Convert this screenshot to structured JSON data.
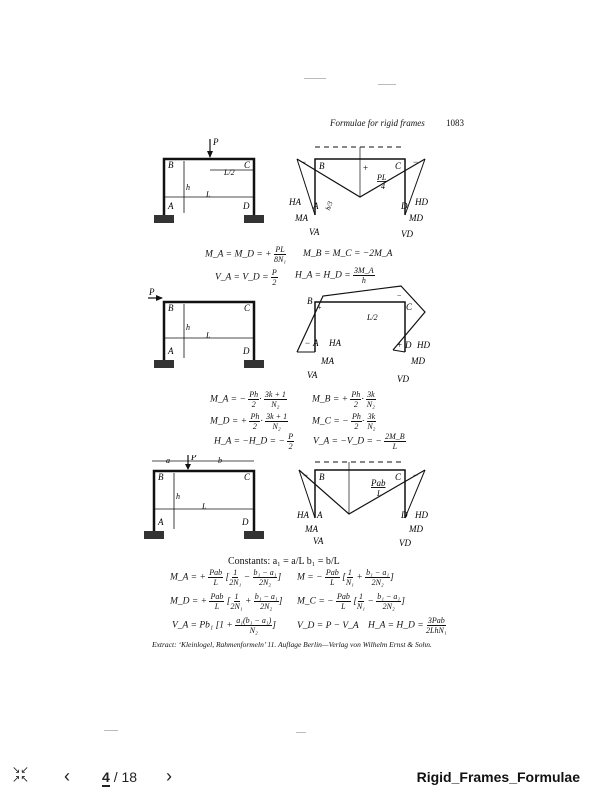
{
  "header": {
    "title": "Formulae for rigid frames",
    "page_number": "1083"
  },
  "frame1": {
    "labels": {
      "P": "P",
      "B": "B",
      "C": "C",
      "A": "A",
      "D": "D",
      "L2": "L/2",
      "h": "h",
      "L": "L"
    },
    "moment": {
      "B": "B",
      "C": "C",
      "PL": "PL",
      "four": "4",
      "HA": "HA",
      "HD": "HD",
      "MA": "MA",
      "MD": "MD",
      "VA": "VA",
      "VD": "VD",
      "A": "A",
      "D": "D",
      "hn": "h/3"
    }
  },
  "frame2": {
    "labels": {
      "P": "P",
      "B": "B",
      "C": "C",
      "A": "A",
      "D": "D",
      "h": "h",
      "L": "L"
    },
    "moment": {
      "B": "B",
      "C": "C",
      "L2": "L/2",
      "HA": "HA",
      "HD": "HD",
      "MA": "MA",
      "MD": "MD",
      "VA": "VA",
      "VD": "VD",
      "A": "A",
      "D": "D"
    }
  },
  "frame3": {
    "labels": {
      "a": "a",
      "b": "b",
      "P": "P",
      "B": "B",
      "C": "C",
      "A": "A",
      "D": "D",
      "h": "h",
      "L": "L"
    },
    "moment": {
      "B": "B",
      "C": "C",
      "Pab": "Pab",
      "L": "L",
      "HA": "HA",
      "HD": "HD",
      "MA": "MA",
      "MD": "MD",
      "VA": "VA",
      "VD": "VD",
      "A": "A",
      "D": "D"
    }
  },
  "formulas1": {
    "line1a": "M_A = M_D = +",
    "line1a_num": "PL",
    "line1a_den": "8N₁",
    "line1b": "M_B = M_C = −2M_A",
    "line2a": "V_A = V_D =",
    "line2a_num": "P",
    "line2a_den": "2",
    "line2b": "H_A = H_D =",
    "line2b_num": "3M_A",
    "line2b_den": "h"
  },
  "formulas2": {
    "r1a": "M_A = −",
    "r1a_n1": "Ph",
    "r1a_d1": "2",
    "r1a_n2": "3k + 1",
    "r1a_d2": "N₂",
    "r1b": "M_B = +",
    "r1b_n1": "Ph",
    "r1b_d1": "2",
    "r1b_n2": "3k",
    "r1b_d2": "N₂",
    "r2a": "M_D = +",
    "r2a_n1": "Ph",
    "r2a_d1": "2",
    "r2a_n2": "3k + 1",
    "r2a_d2": "N₂",
    "r2b": "M_C = −",
    "r2b_n1": "Ph",
    "r2b_d1": "2",
    "r2b_n2": "3k",
    "r2b_d2": "N₂",
    "r3a": "H_A = −H_D = −",
    "r3a_n": "P",
    "r3a_d": "2",
    "r3b": "V_A = −V_D = −",
    "r3b_n": "2M_B",
    "r3b_d": "L"
  },
  "formulas3": {
    "constants": "Constants: a₁ = a/L        b₁ = b/L",
    "r1a": "M_A = +",
    "r1b": "M = −",
    "r2a": "M_D = +",
    "r2b": "M_C = −",
    "pab_num": "Pab",
    "pab_den": "L",
    "br_a_l_num": "1",
    "br_a_l_den": "2N₁",
    "br_a_r_num": "b₁ − a₁",
    "br_a_r_den": "2N₂",
    "br_b_l_num": "1",
    "br_b_l_den": "N₁",
    "br_b_r_num": "b₁ − a₁",
    "br_b_r_den": "2N₂",
    "r3a": "V_A = Pb₁",
    "r3a_num": "a₁(b₁ − a₁)",
    "r3a_den": "N₂",
    "r3b": "V_D = P − V_A",
    "r3c": "H_A = H_D =",
    "r3c_num": "3Pab",
    "r3c_den": "2LhN₁"
  },
  "extract": "Extract: ‘Kleinlogel, Rahmenformeln’ 11. Auflage Berlin—Verlag von Wilhelm Ernst & Sohn.",
  "viewer": {
    "current_page": "4",
    "separator": "/",
    "total_pages": "18",
    "document_name": "Rigid_Frames_Formulae",
    "expand_glyph": "↘↙ ↗↖",
    "prev_glyph": "‹",
    "next_glyph": "›"
  }
}
